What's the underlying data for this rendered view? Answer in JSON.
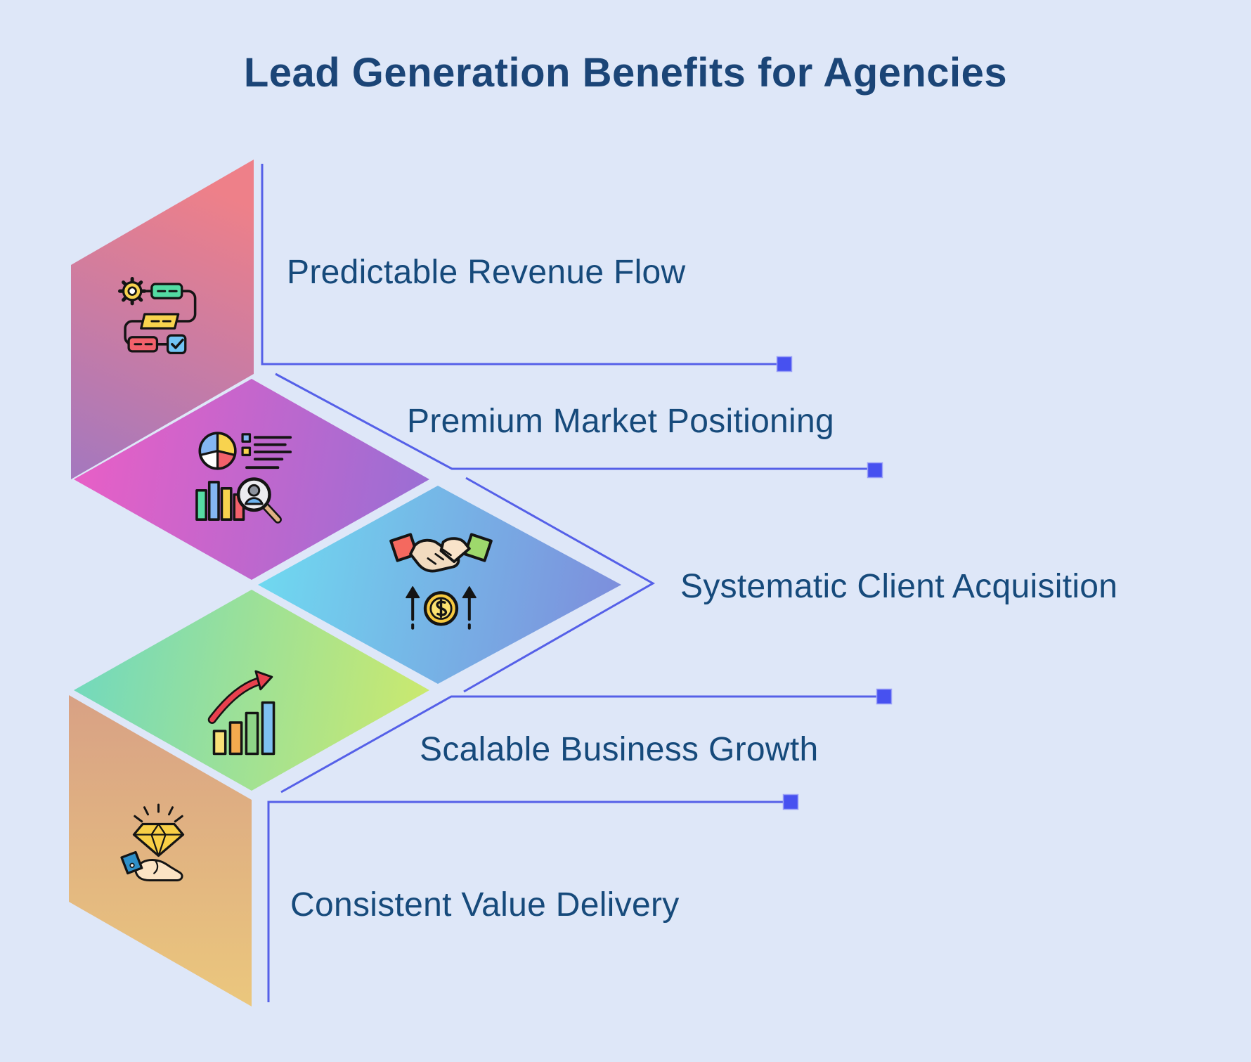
{
  "title": "Lead Generation Benefits for Agencies",
  "theme": {
    "background": "#dee7f8",
    "title_color": "#1b4577",
    "label_color": "#164a7b",
    "connector_line": "#5560e8",
    "connector_marker": "#4751f0"
  },
  "items": [
    {
      "label": "Predictable Revenue Flow",
      "icon": "workflow-icon",
      "gradient": {
        "from": "#ee8089",
        "to": "#a678bd"
      }
    },
    {
      "label": "Premium Market Positioning",
      "icon": "market-analytics-icon",
      "gradient": {
        "from": "#e85fc6",
        "to": "#9a6ed4"
      }
    },
    {
      "label": "Systematic Client Acquisition",
      "icon": "handshake-deal-icon",
      "gradient": {
        "from": "#6fd9f0",
        "to": "#7d8edc"
      }
    },
    {
      "label": "Scalable Business Growth",
      "icon": "growth-chart-icon",
      "gradient": {
        "from": "#72d9bd",
        "to": "#cbe96e"
      }
    },
    {
      "label": "Consistent Value Delivery",
      "icon": "value-delivery-icon",
      "gradient": {
        "from": "#d8a185",
        "to": "#ebc77d"
      }
    }
  ]
}
